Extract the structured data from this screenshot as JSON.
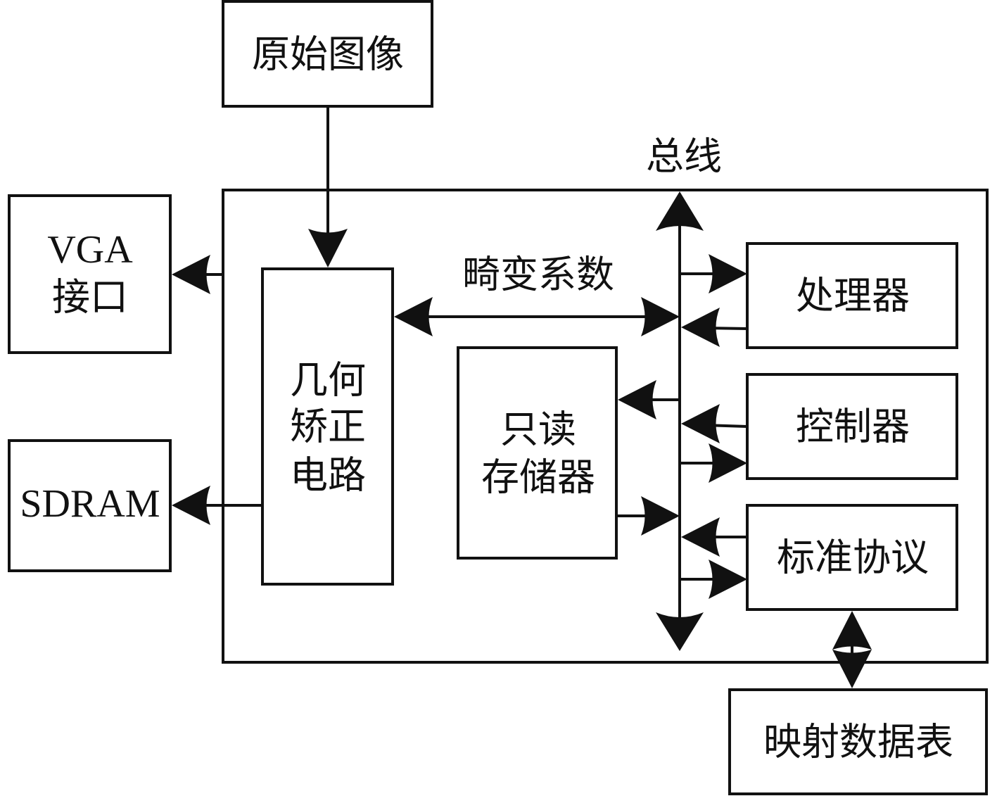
{
  "diagram": {
    "title": "",
    "colors": {
      "stroke": "#111111",
      "background": "#ffffff"
    },
    "blocks": {
      "source_image": {
        "label": "原始图像"
      },
      "vga": {
        "lines": [
          "VGA",
          "接口"
        ]
      },
      "sdram": {
        "lines": [
          "SDRAM"
        ]
      },
      "geometry_correction": {
        "lines": [
          "几何",
          "矫正",
          "电路"
        ]
      },
      "rom": {
        "lines": [
          "只读",
          "存储器"
        ]
      },
      "processor": {
        "label": "处理器"
      },
      "controller": {
        "label": "控制器"
      },
      "standard_protocol": {
        "label": "标准协议"
      },
      "mapping_table": {
        "label": "映射数据表"
      }
    },
    "labels": {
      "bus": "总线",
      "distortion_coefficients": "畸变系数"
    },
    "connections": [
      {
        "from": "原始图像",
        "to": "几何矫正电路",
        "direction": "one-way"
      },
      {
        "from": "几何矫正电路",
        "to": "VGA接口",
        "direction": "one-way"
      },
      {
        "from": "几何矫正电路",
        "to": "SDRAM",
        "direction": "one-way"
      },
      {
        "from": "几何矫正电路",
        "to": "总线",
        "direction": "two-way",
        "label": "畸变系数"
      },
      {
        "from": "总线",
        "to": "只读存储器",
        "direction": "one-way"
      },
      {
        "from": "只读存储器",
        "to": "总线",
        "direction": "one-way"
      },
      {
        "from": "总线",
        "to": "处理器",
        "direction": "one-way"
      },
      {
        "from": "处理器",
        "to": "总线",
        "direction": "one-way"
      },
      {
        "from": "控制器",
        "to": "总线",
        "direction": "one-way"
      },
      {
        "from": "总线",
        "to": "控制器",
        "direction": "one-way"
      },
      {
        "from": "标准协议",
        "to": "总线",
        "direction": "one-way"
      },
      {
        "from": "总线",
        "to": "标准协议",
        "direction": "one-way"
      },
      {
        "from": "标准协议",
        "to": "映射数据表",
        "direction": "two-way"
      }
    ]
  }
}
